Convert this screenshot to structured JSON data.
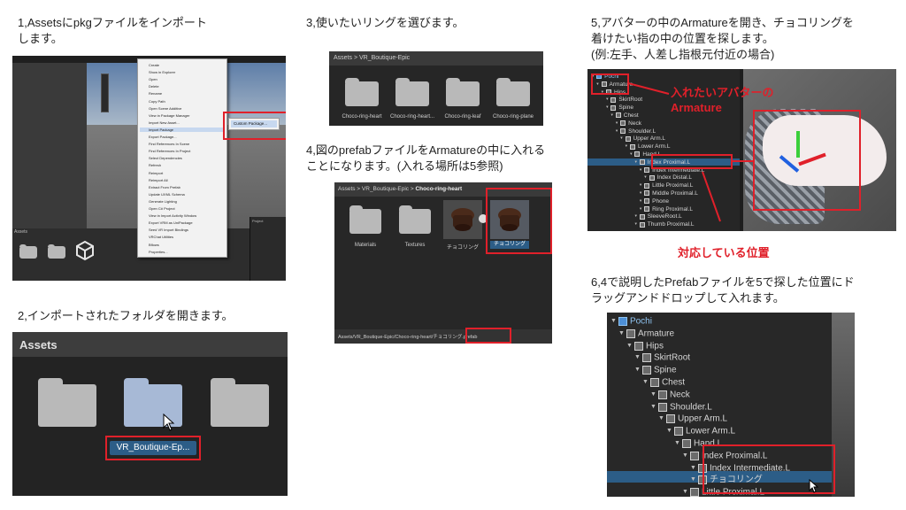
{
  "steps": {
    "s1": "1,Assetsにpkgファイルをインポート\nします。",
    "s2": "2,インポートされたフォルダを開きます。",
    "s3": "3,使いたいリングを選びます。",
    "s4": "4,図のprefabファイルをArmatureの中に入れる\nことになります。(入れる場所は5参照)",
    "s5": "5,アバターの中のArmatureを開き、チョコリングを\n着けたい指の中の位置を探します。\n(例:左手、人差し指根元付近の場合)",
    "s6": "6,4で説明したPrefabファイルを5で探した位置にド\nラッグアンドドロップして入れます。"
  },
  "shot1": {
    "menu": [
      "Create",
      "Show in Explorer",
      "Open",
      "Delete",
      "Rename",
      "Copy Path",
      "Open Scene Additive",
      "View in Package Manager",
      "Import New Asset...",
      "Import Package",
      "Export Package...",
      "Find References In Scene",
      "Find References In Project",
      "Select Dependencies",
      "Refresh",
      "Reimport",
      "Reimport All",
      "Extract From Prefab",
      "Update UXML Schema",
      "Generate Lighting",
      "Open C# Project",
      "View in Import Activity Window",
      "Export VRM as UniPackage",
      "Seed VR Import Bindings",
      "VRChat Utilities",
      "Bflows",
      "Properties..."
    ],
    "submenu": "Custom Package...",
    "assets_label": "Assets",
    "project_label": "Project"
  },
  "shot2": {
    "header": "Assets",
    "selected_folder": "VR_Boutique-Ep..."
  },
  "shot3": {
    "breadcrumb": "Assets > VR_Boutique-Epic",
    "folders": [
      "Choco-ring-heart",
      "Choco-ring-heart...",
      "Choco-ring-leaf",
      "Choco-ring-plane"
    ]
  },
  "shot4": {
    "breadcrumb_base": "Assets > VR_Boutique-Epic > ",
    "breadcrumb_current": "Choco-ring-heart",
    "items": [
      "Materials",
      "Textures",
      "チョコリング",
      "チョコリング"
    ],
    "footer": "Assets/VR_Boutique-Epic/Choco-ring-heart/チョコリング.prefab"
  },
  "shot5": {
    "tree": [
      "Pochi",
      "Armature",
      "Hips",
      "SkirtRoot",
      "Spine",
      "Chest",
      "Neck",
      "Shoulder.L",
      "Upper Arm.L",
      "Lower Arm.L",
      "Hand.L",
      "Index Proximal.L",
      "Index Intermediate.L",
      "Index Distal.L",
      "Little Proximal.L",
      "Middle Proximal.L",
      "Phone",
      "Ring Proximal.L",
      "SleeveRoot.L",
      "Thumb Proximal.L"
    ],
    "annotation_armature": "入れたいアバターの\nArmature",
    "annotation_position": "対応している位置"
  },
  "shot6": {
    "tree": [
      "Pochi",
      "Armature",
      "Hips",
      "SkirtRoot",
      "Spine",
      "Chest",
      "Neck",
      "Shoulder.L",
      "Upper Arm.L",
      "Lower Arm.L",
      "Hand.L",
      "Index Proximal.L",
      "Index Intermediate.L",
      "チョコリング",
      "Little Proximal.L"
    ]
  },
  "colors": {
    "red": "#e0202a",
    "selection": "#2c5d87",
    "dark_bg": "#262626",
    "folder_grey": "#b9b9b9",
    "folder_selected": "#a7b9d6"
  }
}
